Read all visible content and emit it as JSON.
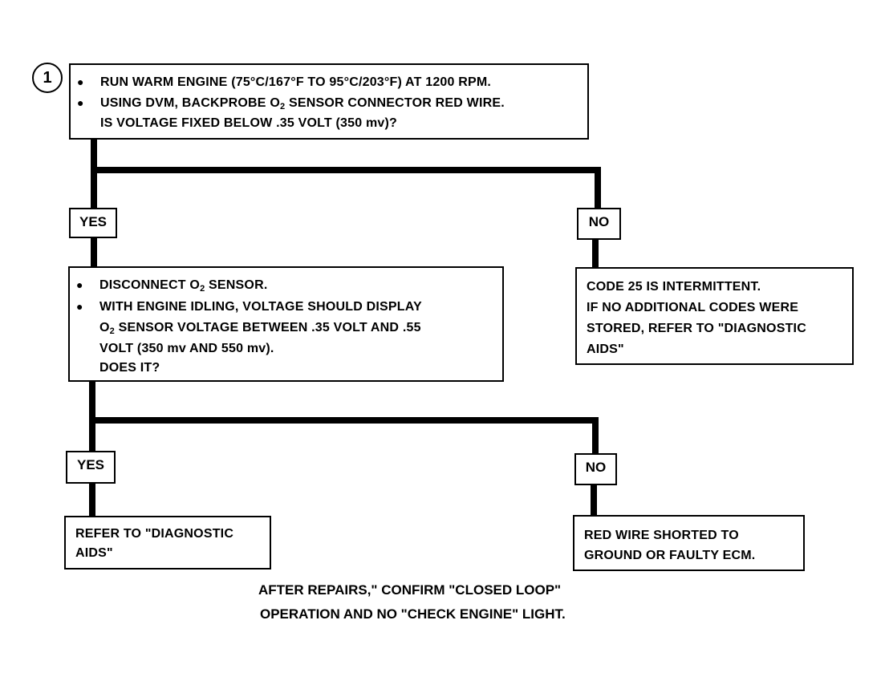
{
  "step": {
    "number": "1"
  },
  "box1": {
    "bullets": [
      "RUN WARM ENGINE (75°C/167°F TO 95°C/203°F) AT 1200 RPM.",
      "USING DVM, BACKPROBE O₂ SENSOR CONNECTOR RED WIRE.",
      "IS VOLTAGE FIXED BELOW .35 VOLT (350 mv)?"
    ]
  },
  "branch1": {
    "yes": "YES",
    "no": "NO"
  },
  "box2": {
    "lines": [
      "DISCONNECT O₂ SENSOR.",
      "WITH ENGINE IDLING, VOLTAGE SHOULD DISPLAY",
      "O₂ SENSOR VOLTAGE BETWEEN .35 VOLT AND .55",
      "VOLT (350 mv AND 550 mv).",
      "DOES IT?"
    ]
  },
  "box3": {
    "lines": [
      "CODE 25 IS INTERMITTENT.",
      "IF NO ADDITIONAL CODES WERE",
      "STORED, REFER TO \"DIAGNOSTIC",
      "AIDS\""
    ]
  },
  "branch2": {
    "yes": "YES",
    "no": "NO"
  },
  "box4": {
    "lines": [
      "REFER TO \"DIAGNOSTIC",
      "AIDS\""
    ]
  },
  "box5": {
    "lines": [
      "RED WIRE SHORTED TO",
      "GROUND OR FAULTY ECM."
    ]
  },
  "footer": {
    "line1": "AFTER REPAIRS,\" CONFIRM \"CLOSED LOOP\"",
    "line2": "OPERATION AND NO \"CHECK ENGINE\" LIGHT."
  }
}
